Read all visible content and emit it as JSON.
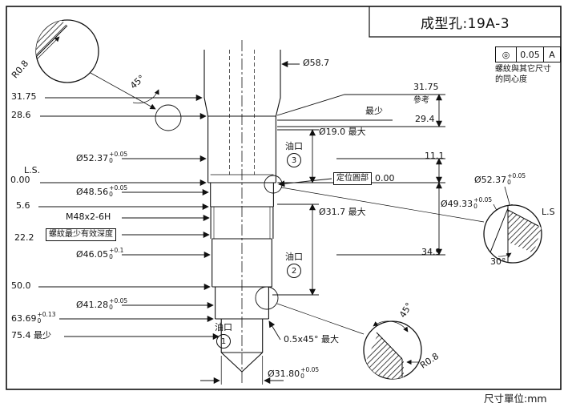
{
  "title": "成型孔:19A-3",
  "units": "尺寸單位:mm",
  "tolerance_frame": {
    "symbol": "◎",
    "value": "0.05",
    "datum": "A",
    "note1": "螺紋與其它尺寸",
    "note2": "的同心度"
  },
  "left_dims": {
    "h3175": "31.75",
    "h286": "28.6",
    "d5237": {
      "base": "Ø52.37",
      "tu": "+0.05",
      "td": "0"
    },
    "ls": "L.S.",
    "zero": "0.00",
    "d4856": {
      "base": "Ø48.56",
      "tu": "+0.05",
      "td": "0"
    },
    "h56": "5.6",
    "thread": "M48x2-6H",
    "thread_note": "螺紋最少有效深度",
    "h222": "22.2",
    "d4605": {
      "base": "Ø46.05",
      "tu": "+0.1",
      "td": "0"
    },
    "h500": "50.0",
    "d4128": {
      "base": "Ø41.28",
      "tu": "+0.05",
      "td": "0"
    },
    "h6369": {
      "base": "63.69",
      "tu": "+0.13",
      "td": "0"
    },
    "h754": "75.4 最少"
  },
  "top_dims": {
    "d587": "Ø58.7",
    "angle45": "45°",
    "r08": "R0.8"
  },
  "right_dims": {
    "h3175": "31.75",
    "ref": "參考",
    "min": "最少",
    "h294": "29.4",
    "d190": "Ø19.0 最大",
    "h111": "11.1",
    "locating": "定位圓部",
    "zero": "0.00",
    "d317": "Ø31.7 最大",
    "h349": "34.9",
    "port3": {
      "label": "油口",
      "num": "3"
    },
    "port2": {
      "label": "油口",
      "num": "2"
    },
    "port1": {
      "label": "油口",
      "num": "1"
    },
    "chamfer": "0.5x45° 最大",
    "d3180": {
      "base": "Ø31.80",
      "tu": "+0.05",
      "td": "0"
    }
  },
  "detail_right": {
    "d5237": {
      "base": "Ø52.37",
      "tu": "+0.05",
      "td": "0"
    },
    "d4933": {
      "base": "Ø49.33",
      "tu": "+0.05",
      "td": "0"
    },
    "ls": "L.S",
    "angle30": "30°"
  },
  "detail_bottom": {
    "angle45": "45°",
    "r08": "R0.8"
  }
}
